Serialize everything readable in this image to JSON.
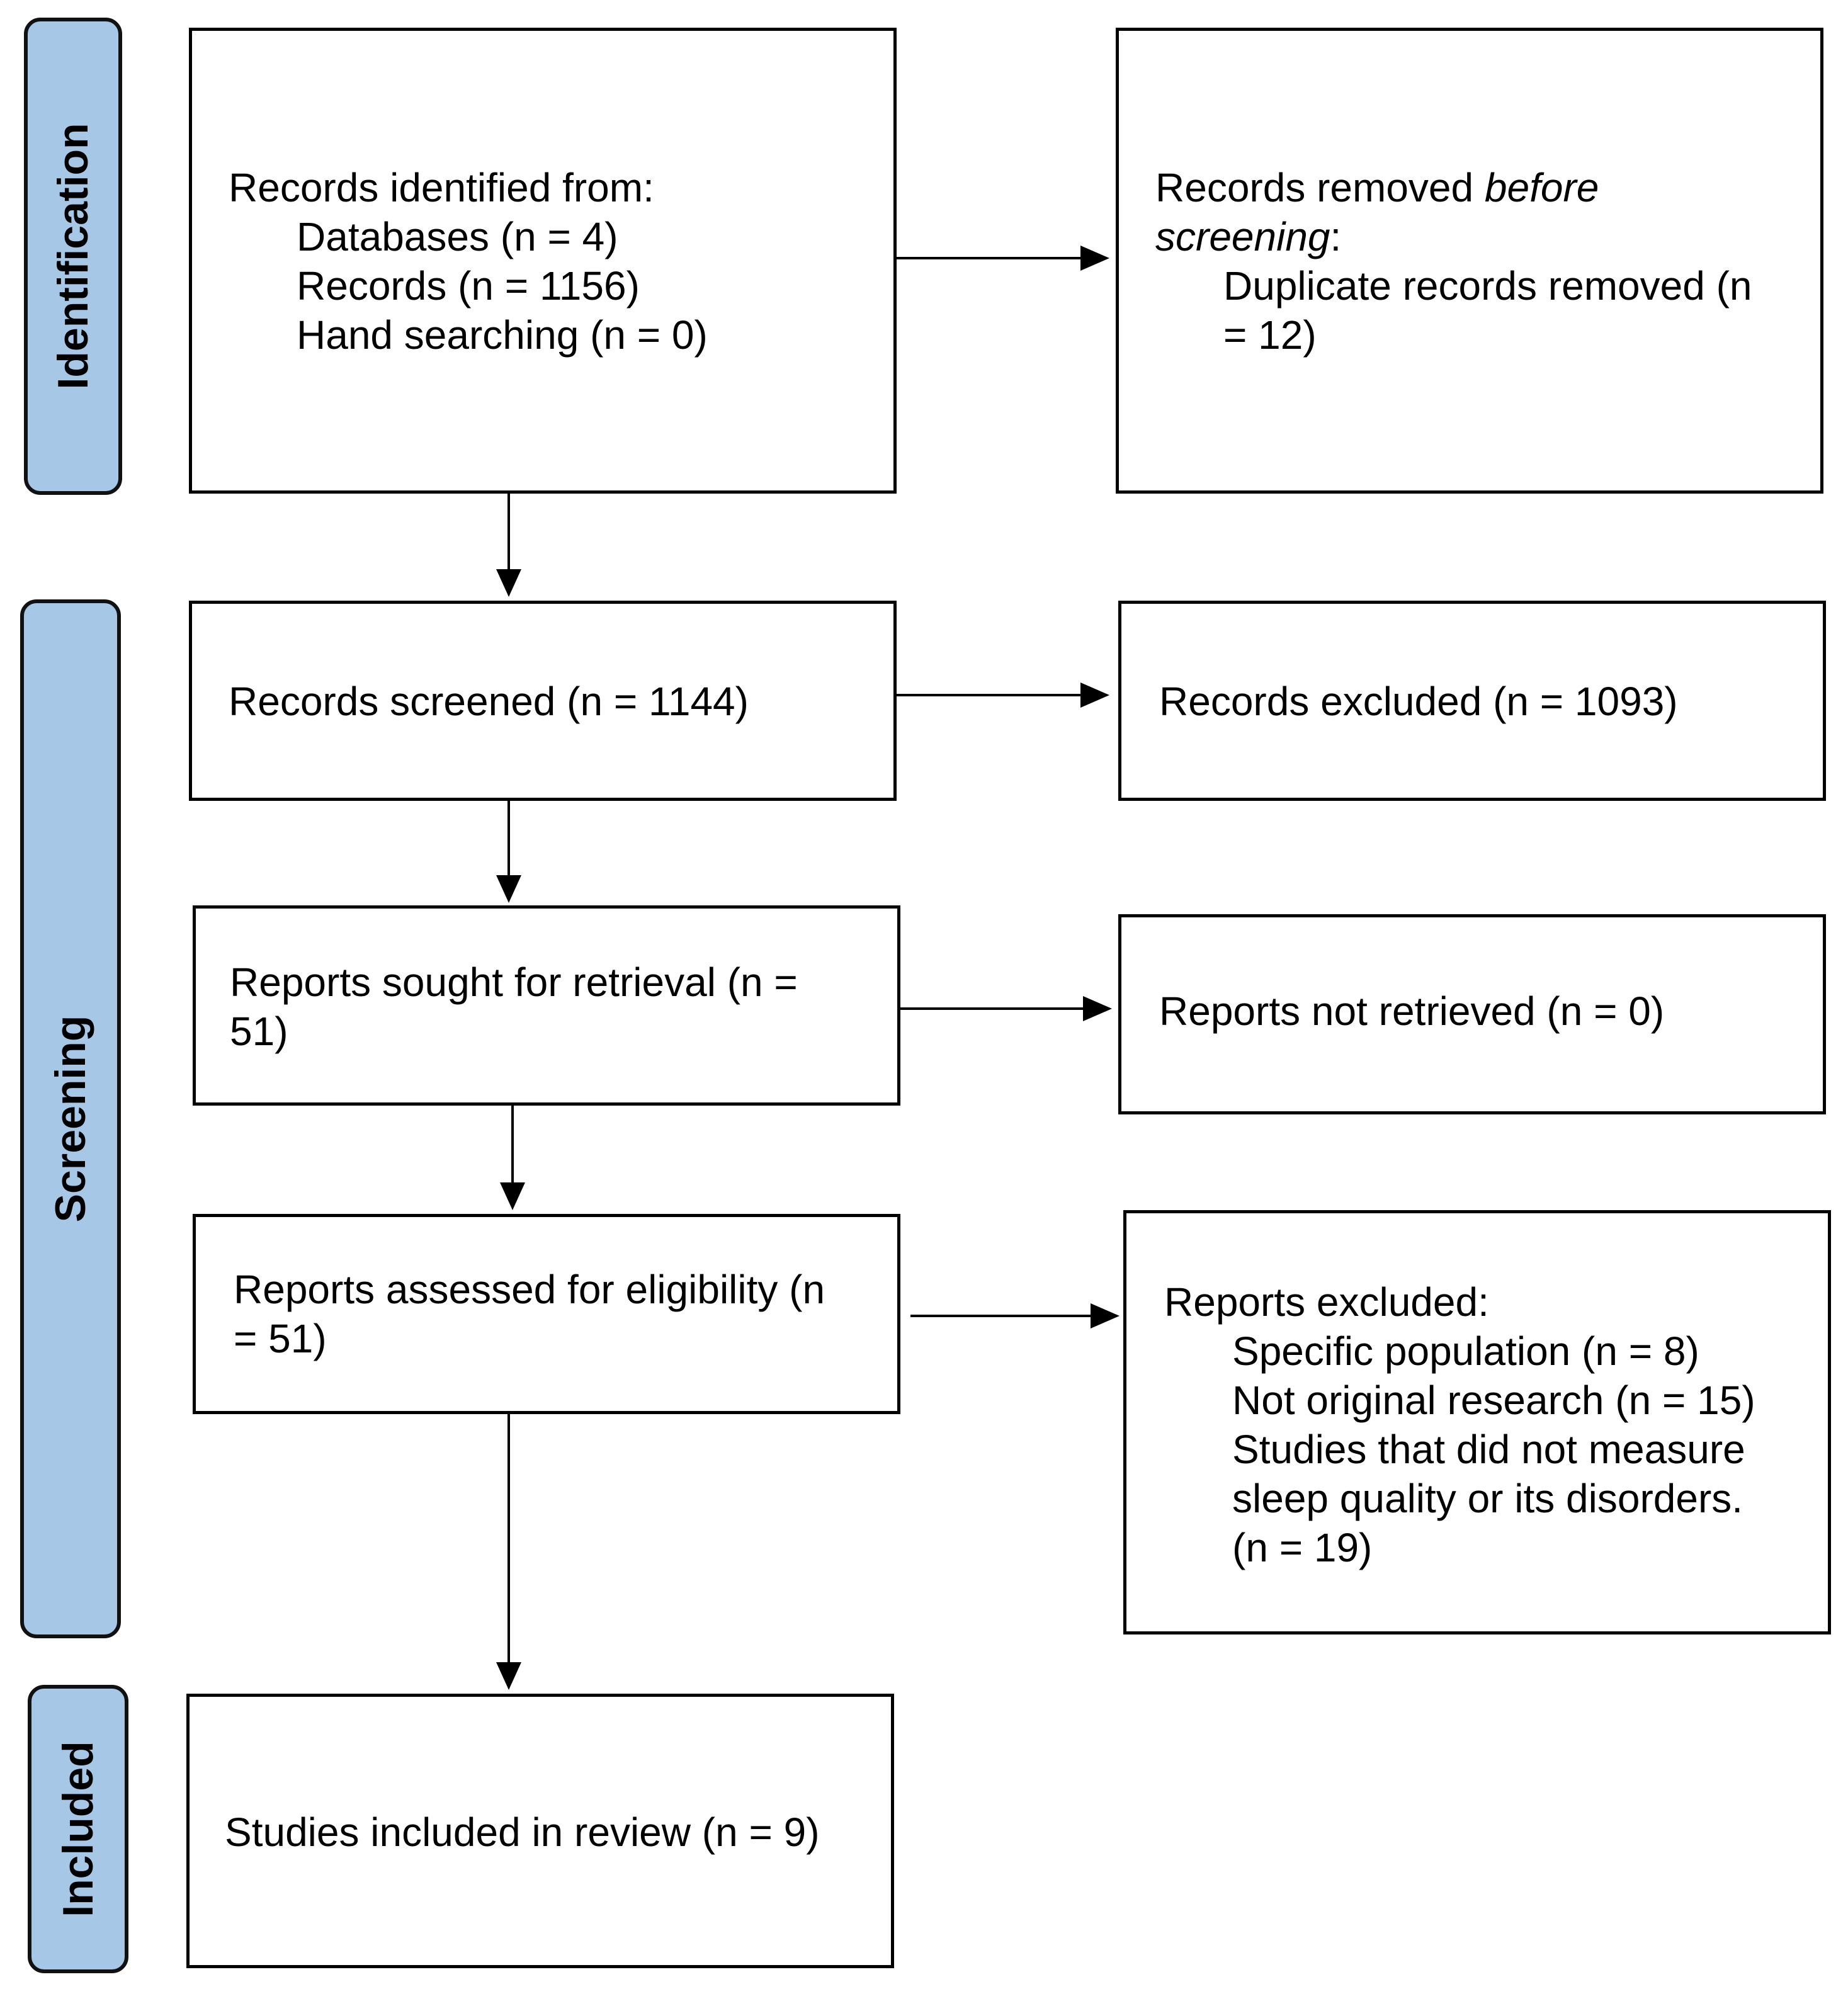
{
  "phases": {
    "identification": "Identification",
    "screening": "Screening",
    "included": "Included"
  },
  "boxes": {
    "identified": {
      "heading": "Records identified from:",
      "lines": [
        "Databases (n = 4)",
        "Records (n = 1156)",
        "Hand searching (n = 0)"
      ]
    },
    "removed": {
      "line1_pre": "Records removed ",
      "line1_italic": "before",
      "line2_italic": "screening",
      "line2_post": ":",
      "detail_line1": "Duplicate records removed (n",
      "detail_line2": "= 12)"
    },
    "screened": {
      "text": "Records screened (n = 1144)"
    },
    "excluded": {
      "text": "Records excluded (n = 1093)"
    },
    "sought": {
      "line1": "Reports sought for retrieval (n =",
      "line2": "51)"
    },
    "not_retrieved": {
      "text": "Reports not retrieved (n = 0)"
    },
    "assessed": {
      "line1": "Reports assessed for eligibility (n",
      "line2": "= 51)"
    },
    "reports_excluded": {
      "heading": "Reports excluded:",
      "lines": [
        "Specific population (n = 8)",
        "Not original research (n = 15)",
        "Studies that did not measure",
        "sleep quality or its disorders.",
        "(n = 19)"
      ]
    },
    "included": {
      "text": "Studies included in review (n = 9)"
    }
  },
  "colors": {
    "phase_fill": "#a7c7e7",
    "stroke": "#000000"
  }
}
